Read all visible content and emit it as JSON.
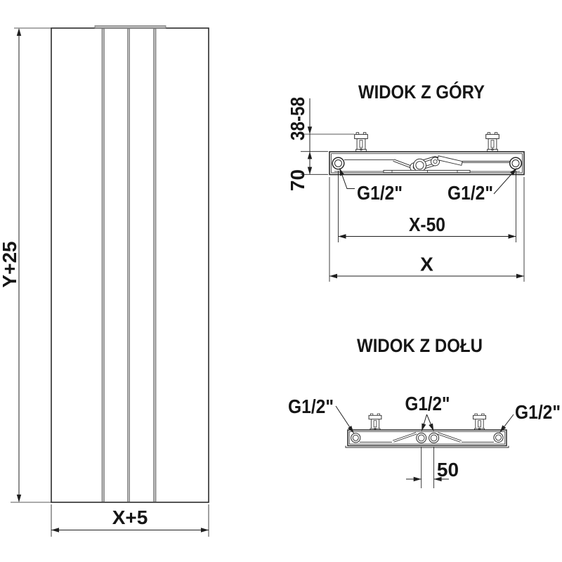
{
  "front_view": {
    "dim_height": "Y+25",
    "dim_width": "X+5"
  },
  "top_view": {
    "title": "WIDOK Z GÓRY",
    "dim_wall_distance": "38-58",
    "dim_depth": "70",
    "port_left": "G1/2\"",
    "port_right": "G1/2\"",
    "dim_port_spacing": "X-50",
    "dim_total_width": "X"
  },
  "bottom_view": {
    "title": "WIDOK Z DOŁU",
    "port_left": "G1/2\"",
    "port_center": "G1/2\"",
    "port_right": "G1/2\"",
    "dim_center_spacing": "50"
  },
  "colors": {
    "line": "#2b2b2b",
    "dimension": "#1f1f1f",
    "panel_gray": "#b5b5b5",
    "background": "#ffffff"
  }
}
